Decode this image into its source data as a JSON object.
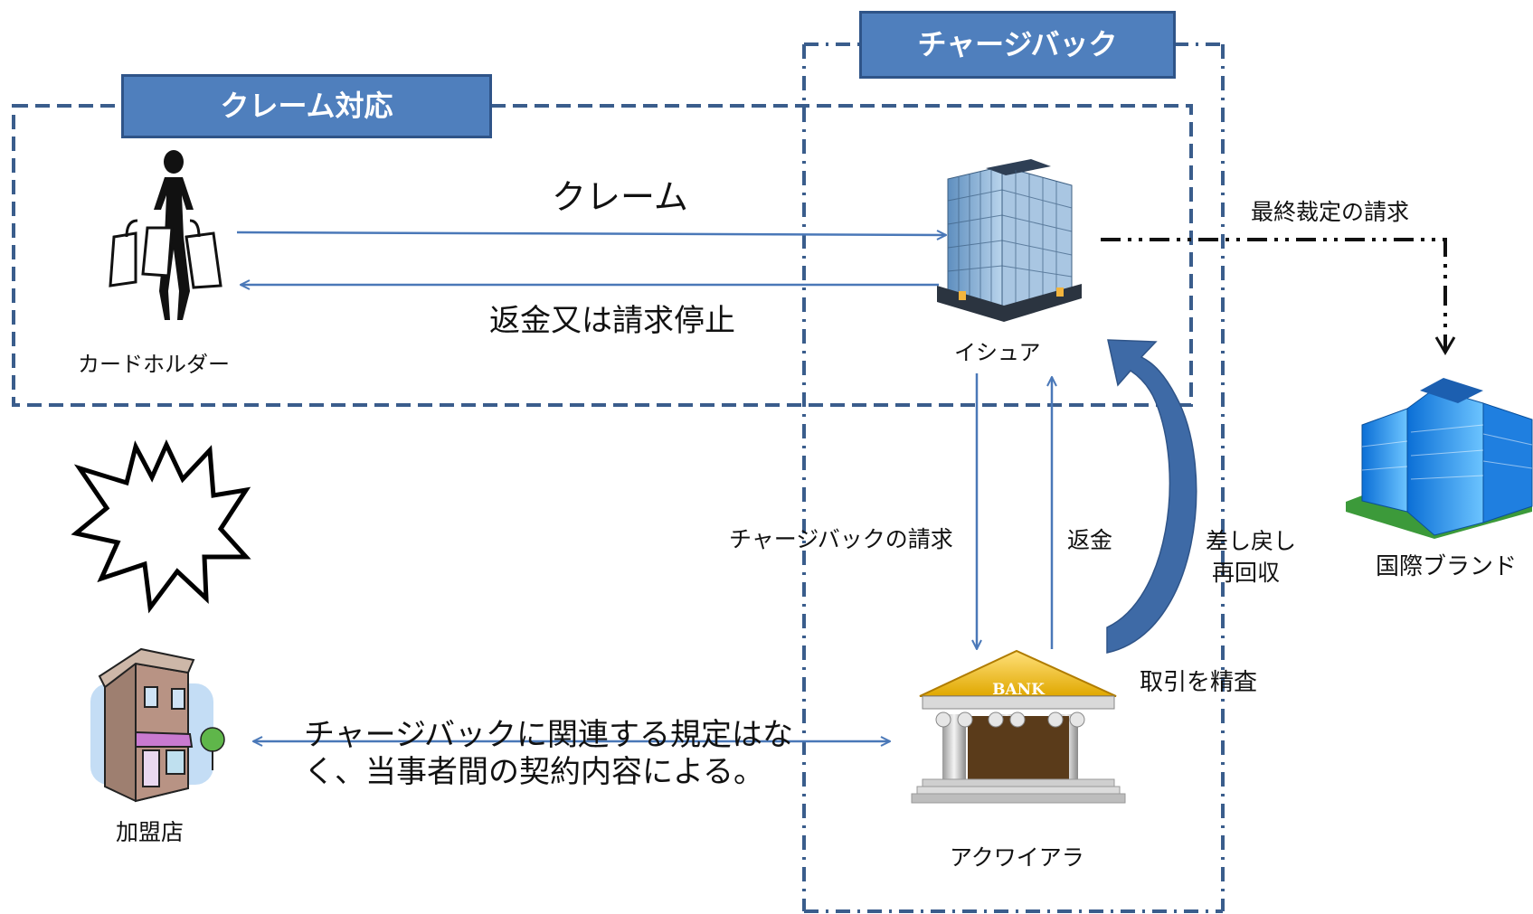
{
  "titles": {
    "claim_handling": "クレーム対応",
    "chargeback": "チャージバック"
  },
  "actors": {
    "cardholder": "カードホルダー",
    "issuer": "イシュア",
    "international_brand": "国際ブランド",
    "merchant": "加盟店",
    "acquirer": "アクワイアラ",
    "bank_sign": "BANK"
  },
  "flows": {
    "claim": "クレーム",
    "refund_or_stop": "返金又は請求停止",
    "final_arbitration": "最終裁定の請求",
    "chargeback_request": "チャージバックの請求",
    "refund": "返金",
    "represent_line1": "差し戻し",
    "represent_line2": "再回収",
    "review": "取引を精査",
    "merchant_note_line1": "チャージバックに関連する規定はな",
    "merchant_note_line2": "く、当事者間の契約内容による。"
  },
  "colors": {
    "header_fill": "#4f7fbd",
    "header_border": "#2f5488",
    "dashed_frame": "#3a5d8c",
    "arrow": "#4a78b8",
    "curved_arrow": "#3e6aa6"
  }
}
